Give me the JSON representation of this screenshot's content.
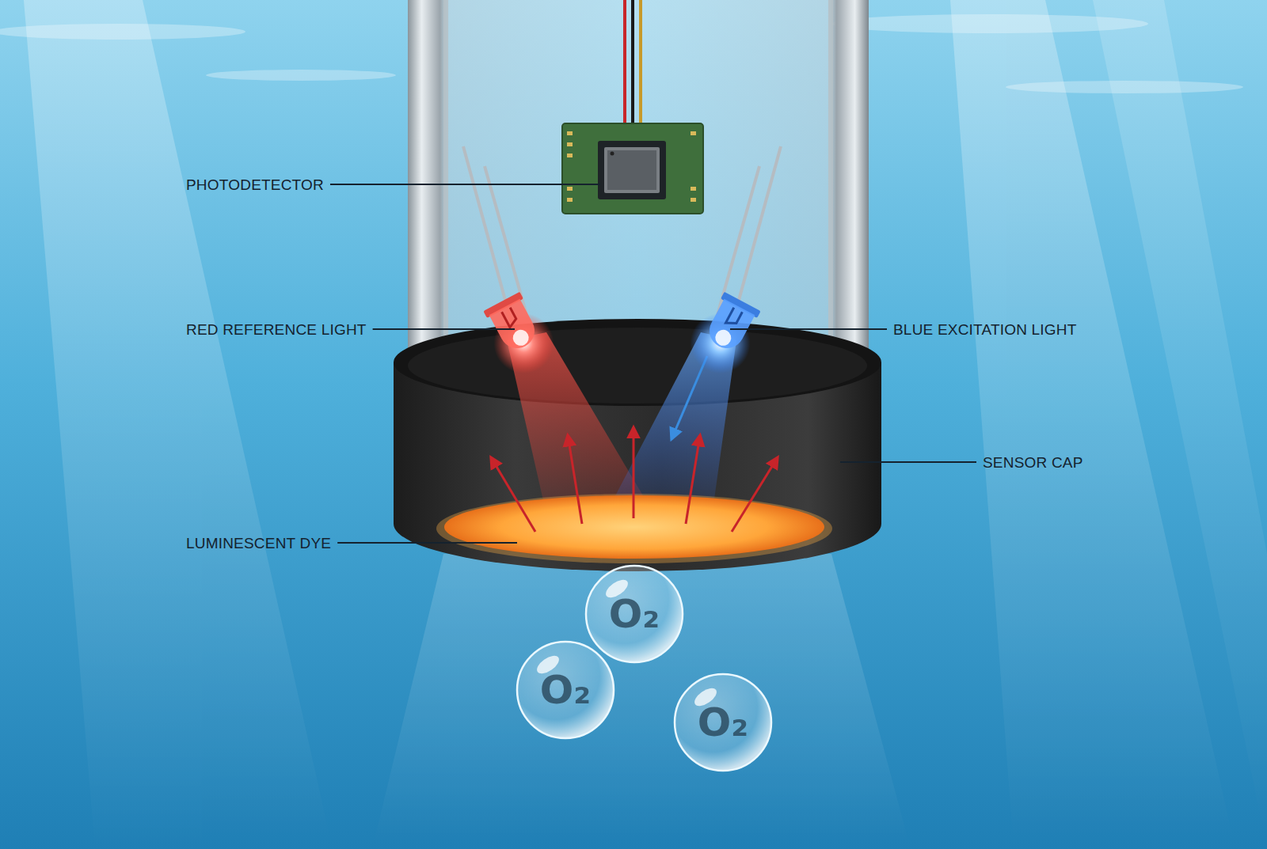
{
  "diagram": {
    "nodes": [
      {
        "text": [
          "O₂"
        ]
      },
      {
        "text": [
          "O₂"
        ]
      },
      {
        "text": [
          "O₂"
        ]
      }
    ],
    "labels": [
      "PHOTODETECTOR",
      "RED REFERENCE LIGHT",
      "BLUE EXCITATION LIGHT",
      "SENSOR CAP",
      "LUMINESCENT DYE"
    ]
  }
}
